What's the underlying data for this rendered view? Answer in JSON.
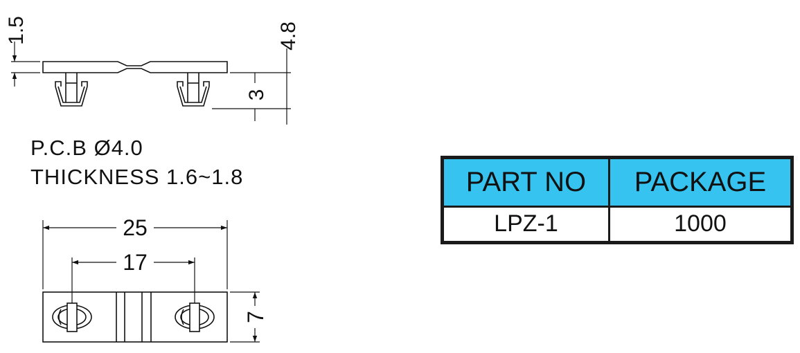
{
  "side_view": {
    "dim_thickness": "1.5",
    "dim_total_height": "4.8",
    "dim_leg_height": "3"
  },
  "notes": {
    "line1": "P.C.B  Ø4.0",
    "line2": "THICKNESS  1.6~1.8"
  },
  "top_view": {
    "dim_length": "25",
    "dim_pitch": "17",
    "dim_width": "7"
  },
  "table": {
    "headers": [
      "PART NO",
      "PACKAGE"
    ],
    "rows": [
      [
        "LPZ-1",
        "1000"
      ]
    ],
    "header_color": "#36c3f0"
  }
}
